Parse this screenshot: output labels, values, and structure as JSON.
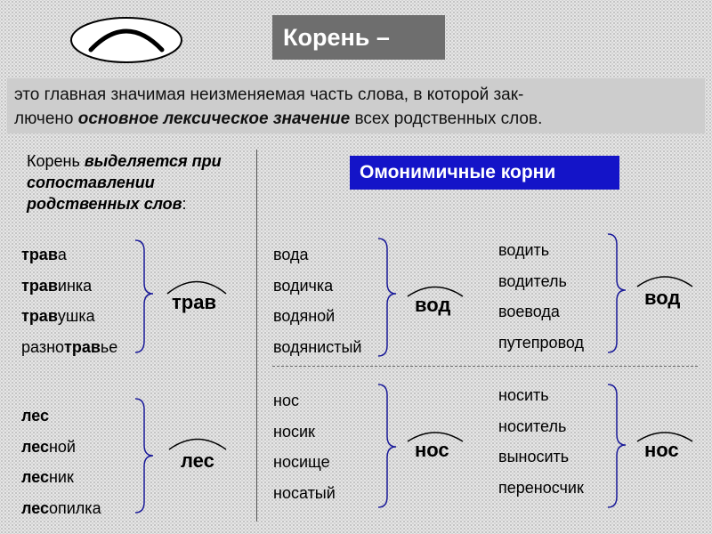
{
  "title": "Корень –",
  "definition": {
    "part1": "это главная значимая неизменяемая часть слова, в которой зак-",
    "part2": "лючено ",
    "emph": "основное лексическое значение",
    "part3": " всех родственных слов."
  },
  "note": {
    "part1": "Корень ",
    "emph": "выделяется при сопоставлении родственных слов",
    "part2": ":"
  },
  "homonym_header": "Омонимичные корни",
  "groups": {
    "trav": {
      "root": "трав",
      "words": [
        {
          "root": "трав",
          "rest": "а"
        },
        {
          "root": "трав",
          "rest": "инка"
        },
        {
          "root": "трав",
          "rest": "ушка"
        },
        {
          "pre": "разно",
          "root": "трав",
          "rest": "ье"
        }
      ]
    },
    "les": {
      "root": "лес",
      "words": [
        {
          "root": "лес",
          "rest": ""
        },
        {
          "root": "лес",
          "rest": "ной"
        },
        {
          "root": "лес",
          "rest": "ник"
        },
        {
          "root": "лес",
          "rest": "опилка"
        }
      ]
    },
    "vod_water": {
      "root": "вод",
      "words": [
        "вода",
        "водичка",
        "водяной",
        "водянистый"
      ]
    },
    "vod_lead": {
      "root": "вод",
      "words": [
        "водить",
        "водитель",
        "воевода",
        "путепровод"
      ]
    },
    "nos_nose": {
      "root": "нос",
      "words": [
        "нос",
        "носик",
        "носище",
        "носатый"
      ]
    },
    "nos_carry": {
      "root": "нос",
      "words": [
        "носить",
        "носитель",
        "выносить",
        "переносчик"
      ]
    }
  }
}
